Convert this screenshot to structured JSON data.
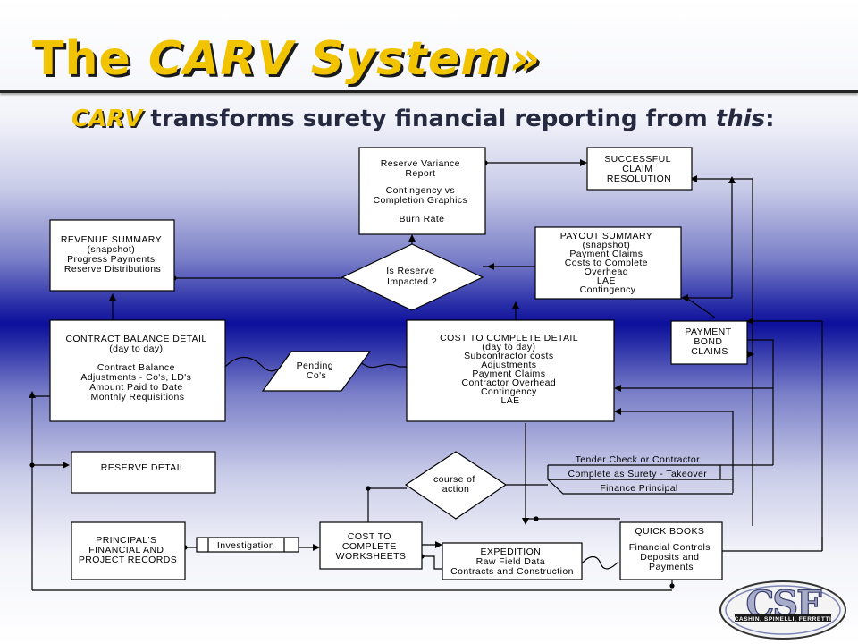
{
  "slide": {
    "title_main": "The ",
    "title_carv": "CARV",
    "title_rest": " System»",
    "sub_carv": "CARV",
    "sub_mid": " transforms surety financial reporting from ",
    "sub_this": "this",
    "sub_end": ":"
  },
  "diagram": {
    "reserve_variance": [
      "Reserve Variance",
      "Report",
      "",
      "Contingency vs",
      "Completion Graphics",
      "",
      "Burn Rate"
    ],
    "successful_claim": [
      "SUCCESSFUL",
      "CLAIM",
      "RESOLUTION"
    ],
    "revenue_summary": [
      "REVENUE SUMMARY",
      "(snapshot)",
      "Progress Payments",
      "Reserve Distributions"
    ],
    "is_reserve": [
      "Is Reserve",
      "Impacted ?"
    ],
    "payout_summary": [
      "PAYOUT SUMMARY",
      "(snapshot)",
      "Payment Claims",
      "Costs to Complete",
      "Overhead",
      "LAE",
      "Contingency"
    ],
    "contract_balance": [
      "CONTRACT BALANCE DETAIL",
      "(day to day)",
      "",
      "Contract Balance",
      "Adjustments - Co's, LD's",
      "Amount Paid to Date",
      "Monthly Requisitions"
    ],
    "pending": [
      "Pending",
      "Co's"
    ],
    "cost_to_complete_detail": [
      "COST TO COMPLETE DETAIL",
      "(day to day)",
      "Subcontractor costs",
      "Adjustments",
      "Payment Claims",
      "Contractor Overhead",
      "Contingency",
      "LAE"
    ],
    "payment_bond": [
      "PAYMENT",
      "BOND",
      "CLAIMS"
    ],
    "reserve_detail": [
      "RESERVE DETAIL"
    ],
    "course_of_action": [
      "course of",
      "action"
    ],
    "tender_options": [
      "Tender Check or Contractor",
      "Complete as Surety - Takeover",
      "Finance Principal"
    ],
    "principals_records": [
      "PRINCIPAL'S",
      "FINANCIAL AND",
      "PROJECT RECORDS"
    ],
    "investigation": [
      "Investigation"
    ],
    "cost_to_complete_ws": [
      "COST TO",
      "COMPLETE",
      "WORKSHEETS"
    ],
    "expedition": [
      "EXPEDITION",
      "Raw Field Data",
      "Contracts and Construction"
    ],
    "quick_books": [
      "QUICK BOOKS",
      "",
      "Financial Controls",
      "Deposits and",
      "Payments"
    ]
  },
  "logo": {
    "letters": "CSF",
    "firm": "CASHIN, SPINELLI, FERRETTI"
  },
  "colors": {
    "title_yellow": "#f2c400",
    "band_blue": "#0c0f9a"
  }
}
